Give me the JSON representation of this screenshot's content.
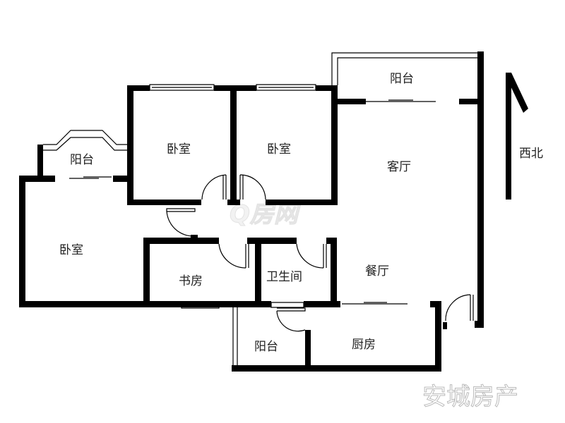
{
  "plan": {
    "rooms": {
      "bedroom_1": "卧室",
      "bedroom_2": "卧室",
      "bedroom_3": "卧室",
      "balcony_left": "阳台",
      "balcony_top": "阳台",
      "balcony_bottom": "阳台",
      "living_room": "客厅",
      "dining_room": "餐厅",
      "study": "书房",
      "bathroom": "卫生间",
      "kitchen": "厨房"
    },
    "compass_label": "西北",
    "watermark_brand": "安城房产",
    "watermark_site": "Q房网",
    "colors": {
      "wall": "#000000",
      "watermark": "#bbbbbb"
    }
  }
}
